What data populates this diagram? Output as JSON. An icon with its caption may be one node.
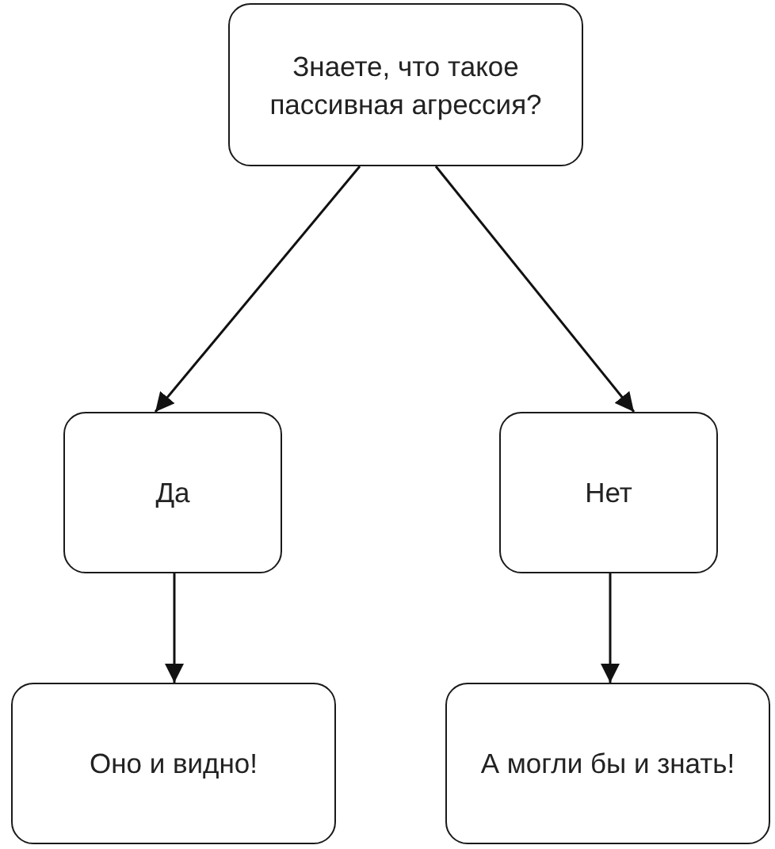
{
  "diagram": {
    "nodes": [
      {
        "text": [
          "Знаете, что такое пассивная агрессия?"
        ]
      },
      {
        "text": [
          "Да"
        ]
      },
      {
        "text": [
          "Нет"
        ]
      },
      {
        "text": [
          "Оно и видно!"
        ]
      },
      {
        "text": [
          "А могли бы и знать!"
        ]
      }
    ],
    "edges": [
      {
        "from": 0,
        "to": 1,
        "arrow": "to"
      },
      {
        "from": 0,
        "to": 2,
        "arrow": "to"
      },
      {
        "from": 1,
        "to": 3,
        "arrow": "to"
      },
      {
        "from": 2,
        "to": 4,
        "arrow": "to"
      }
    ]
  }
}
